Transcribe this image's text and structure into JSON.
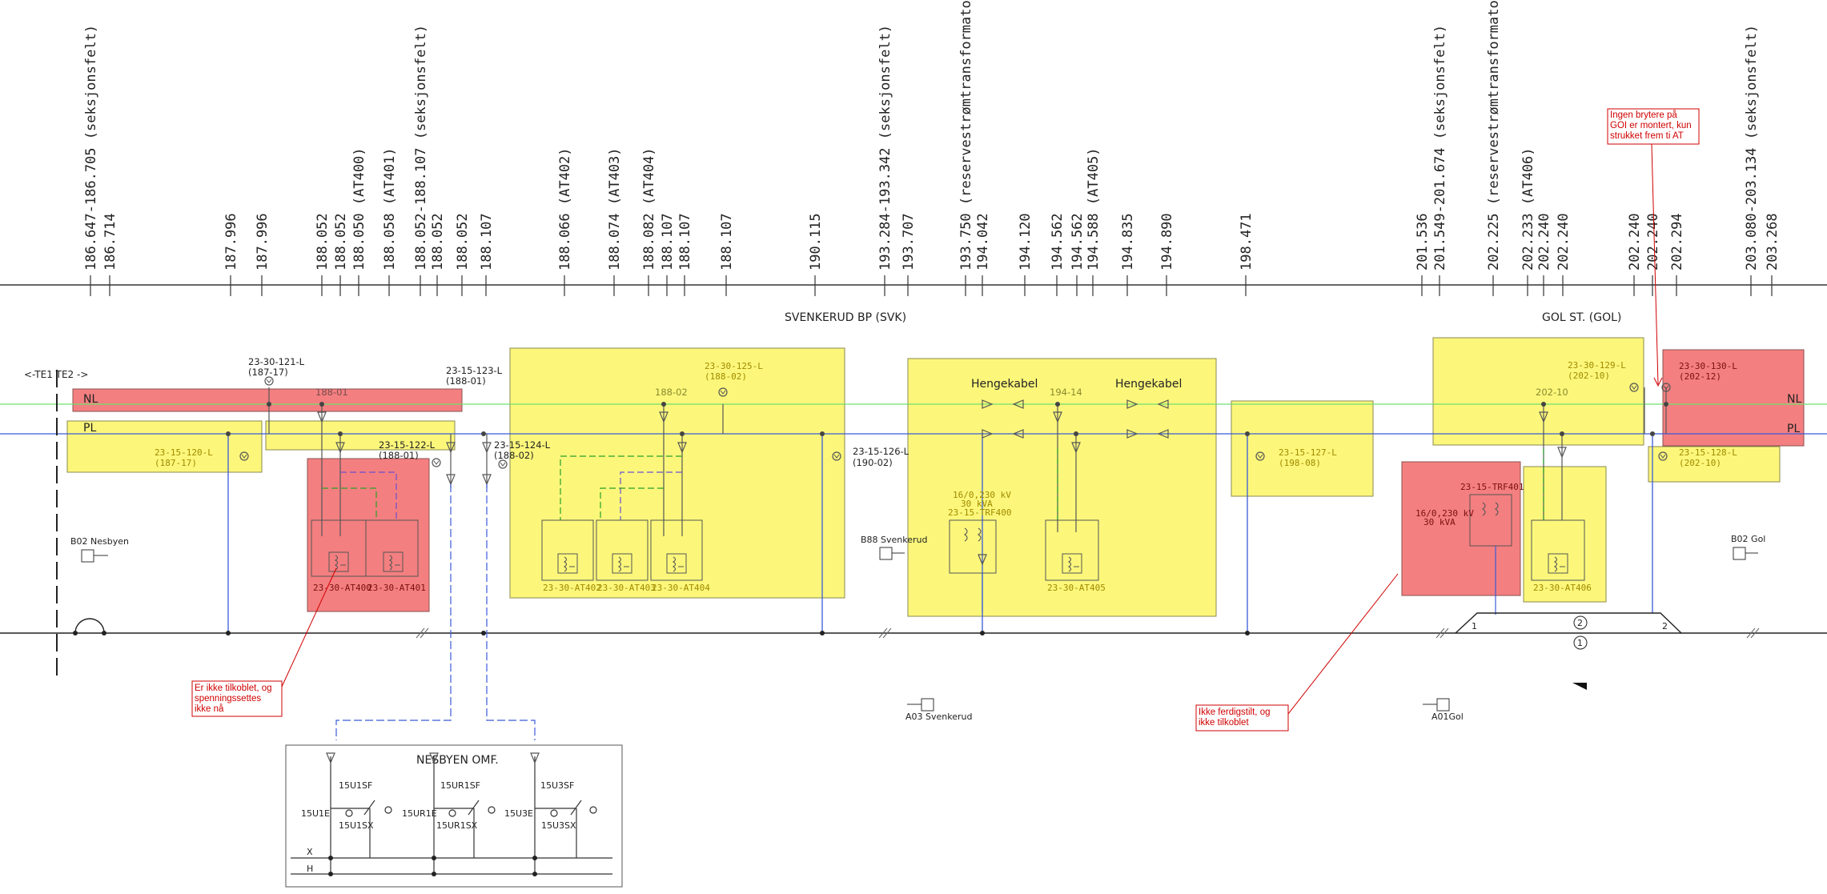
{
  "colors": {
    "yellow_zone": "#fcf77a",
    "red_zone": "#f47f80",
    "nl_line": "#6ee06e",
    "pl_line": "#3a5bd8",
    "feeder": "#3a5bd8",
    "note": "#d00000"
  },
  "km_labels": [
    "186.647-186.705 (seksjonsfelt)",
    "186.714",
    "187.996",
    "187.996",
    "188.052",
    "188.052",
    "188.050 (AT400)",
    "188.058 (AT401)",
    "188.052-188.107 (seksjonsfelt)",
    "188.052",
    "188.052",
    "188.107",
    "188.066 (AT402)",
    "188.074 (AT403)",
    "188.082 (AT404)",
    "188.107",
    "188.107",
    "188.107",
    "190.115",
    "193.284-193.342 (seksjonsfelt)",
    "193.707",
    "193.750 (reservestrømtransformator)",
    "194.042",
    "194.120",
    "194.562",
    "194.562",
    "194.588 (AT405)",
    "194.835",
    "194.890",
    "198.471",
    "201.536",
    "201.549-201.674 (seksjonsfelt)",
    "202.225 (reservestrømtransformator)",
    "202.233 (AT406)",
    "202.240",
    "202.240",
    "202.240",
    "202.240",
    "202.294",
    "203.080-203.134 (seksjonsfelt)",
    "203.268"
  ],
  "stations": {
    "svk": "SVENKERUD BP (SVK)",
    "gol": "GOL ST. (GOL)"
  },
  "lines": {
    "te": "<-TE1 TE2 ->",
    "nl": "NL",
    "pl": "PL"
  },
  "switches": {
    "s121": "23-30-121-L",
    "s121b": "(187-17)",
    "s123": "23-15-123-L",
    "s123b": "(188-01)",
    "s120": "23-15-120-L",
    "s120b": "(187-17)",
    "s122": "23-15-122-L",
    "s122b": "(188-01)",
    "s124": "23-15-124-L",
    "s124b": "(188-02)",
    "s125": "23-30-125-L",
    "s125b": "(188-02)",
    "s126": "23-15-126-L",
    "s126b": "(190-02)",
    "s127": "23-15-127-L",
    "s127b": "(198-08)",
    "s129": "23-30-129-L",
    "s129b": "(202-10)",
    "s130": "23-30-130-L",
    "s130b": "(202-12)",
    "s128": "23-15-128-L",
    "s128b": "(202-10)"
  },
  "sections": {
    "s1": "188-01",
    "s2": "188-02",
    "s3": "194-14",
    "s4": "202-10"
  },
  "hengekabel": {
    "a": "Hengekabel",
    "b": "Hengekabel"
  },
  "transformers": {
    "t1": "16/0,230 kV",
    "t1b": "30 kVA",
    "t1c": "23-15-TRF400",
    "t2": "16/0,230 kV",
    "t2b": "30 kVA",
    "t2c": "23-15-TRF401"
  },
  "at_labels": {
    "a400": "23-30-AT400",
    "a401": "23-30-AT401",
    "a402": "23-30-AT402",
    "a403": "23-30-AT403",
    "a404": "23-30-AT404",
    "a405": "23-30-AT405",
    "a406": "23-30-AT406"
  },
  "location_marks": {
    "b02n": "B02 Nesbyen",
    "b88s": "B88 Svenkerud",
    "b02g": "B02 Gol",
    "a03s": "A03 Svenkerud",
    "a01g": "A01Gol"
  },
  "track": {
    "one": "1",
    "two": "2",
    "p1": "1",
    "p2": "2"
  },
  "notes": {
    "n1": [
      "Er ikke tilkoblet, og",
      "spenningssettes",
      "ikke nå"
    ],
    "n2": [
      "Ikke ferdigstilt, og",
      "ikke tilkoblet"
    ],
    "n3": [
      "Ingen brytere på",
      "GOI er montert, kun",
      "strukket frem ti AT"
    ]
  },
  "substation": {
    "title": "NESBYEN OMF.",
    "u1sf": "15U1SF",
    "u1e": "15U1E",
    "u1sx": "15U1SX",
    "ur1sf": "15UR1SF",
    "ur1e": "15UR1E",
    "ur1sx": "15UR1SX",
    "u3sf": "15U3SF",
    "u3e": "15U3E",
    "u3sx": "15U3SX",
    "bus_x": "X",
    "bus_h": "H"
  }
}
